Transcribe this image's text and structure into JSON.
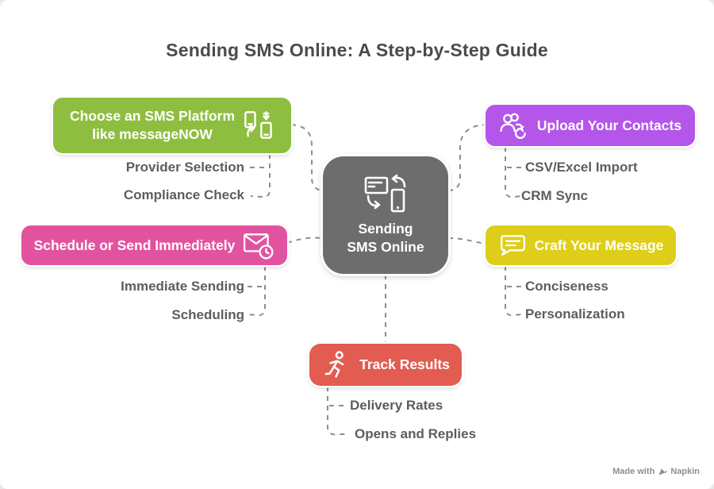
{
  "title": "Sending SMS Online: A Step-by-Step Guide",
  "center_node": {
    "line1": "Sending",
    "line2": "SMS Online",
    "color": "#6d6d6d",
    "icon": "sms-device-transfer-icon"
  },
  "branches": {
    "platform": {
      "line1": "Choose an SMS Platform",
      "line2": "like messageNOW",
      "color": "#8ebe3f",
      "icon": "device-swap-icon",
      "children": [
        "Provider Selection",
        "Compliance Check"
      ]
    },
    "contacts": {
      "label": "Upload Your Contacts",
      "color": "#b456e9",
      "icon": "contacts-sync-icon",
      "children": [
        "CSV/Excel Import",
        "CRM Sync"
      ]
    },
    "schedule": {
      "label": "Schedule or Send Immediately",
      "color": "#e2539f",
      "icon": "mail-clock-icon",
      "children": [
        "Immediate Sending",
        "Scheduling"
      ]
    },
    "message": {
      "label": "Craft Your Message",
      "color": "#dece19",
      "icon": "chat-bubble-icon",
      "children": [
        "Conciseness",
        "Personalization"
      ]
    },
    "track": {
      "label": "Track Results",
      "color": "#e25c52",
      "icon": "runner-icon",
      "children": [
        "Delivery Rates",
        "Opens and Replies"
      ]
    }
  },
  "footer": {
    "made_with": "Made with",
    "brand": "Napkin"
  }
}
